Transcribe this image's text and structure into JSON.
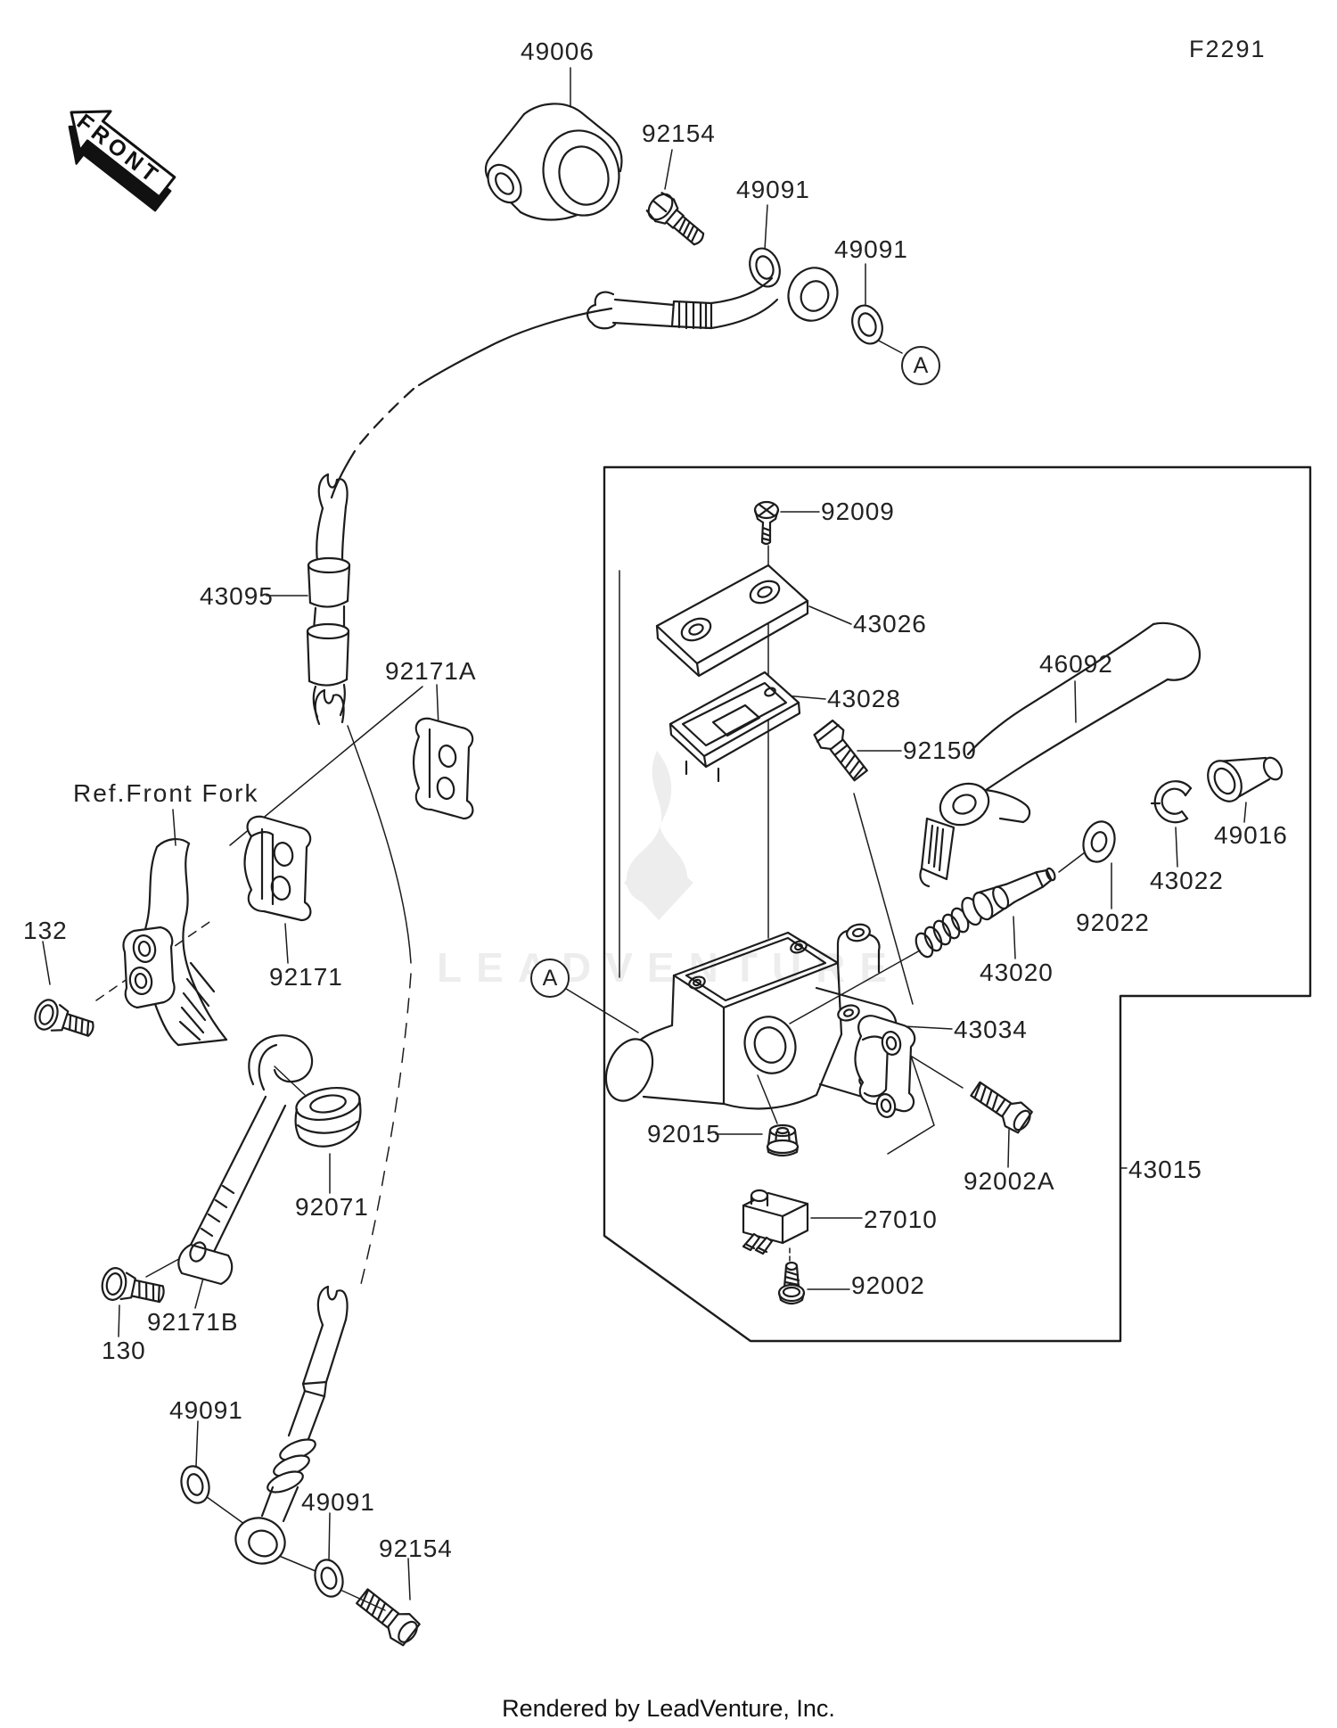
{
  "diagram": {
    "code": "F2291",
    "front_arrow_label": "FRONT",
    "reference_note": "Ref.Front Fork",
    "detail_marker": "A",
    "watermark": "LEADVENTURE",
    "footer": "Rendered by LeadVenture, Inc.",
    "line_color": "#1c1c1c",
    "label_color": "#222222"
  },
  "callouts": [
    {
      "part_number": "49006"
    },
    {
      "part_number": "92154"
    },
    {
      "part_number": "49091"
    },
    {
      "part_number": "49091"
    },
    {
      "part_number": "92009"
    },
    {
      "part_number": "43026"
    },
    {
      "part_number": "43028"
    },
    {
      "part_number": "92150"
    },
    {
      "part_number": "46092"
    },
    {
      "part_number": "49016"
    },
    {
      "part_number": "43022"
    },
    {
      "part_number": "92022"
    },
    {
      "part_number": "43020"
    },
    {
      "part_number": "43034"
    },
    {
      "part_number": "92002A"
    },
    {
      "part_number": "27010"
    },
    {
      "part_number": "92002"
    },
    {
      "part_number": "43015"
    },
    {
      "part_number": "92015"
    },
    {
      "part_number": "43095"
    },
    {
      "part_number": "92171A"
    },
    {
      "part_number": "92171"
    },
    {
      "part_number": "132"
    },
    {
      "part_number": "92071"
    },
    {
      "part_number": "92171B"
    },
    {
      "part_number": "130"
    },
    {
      "part_number": "49091"
    },
    {
      "part_number": "49091"
    },
    {
      "part_number": "92154"
    }
  ]
}
